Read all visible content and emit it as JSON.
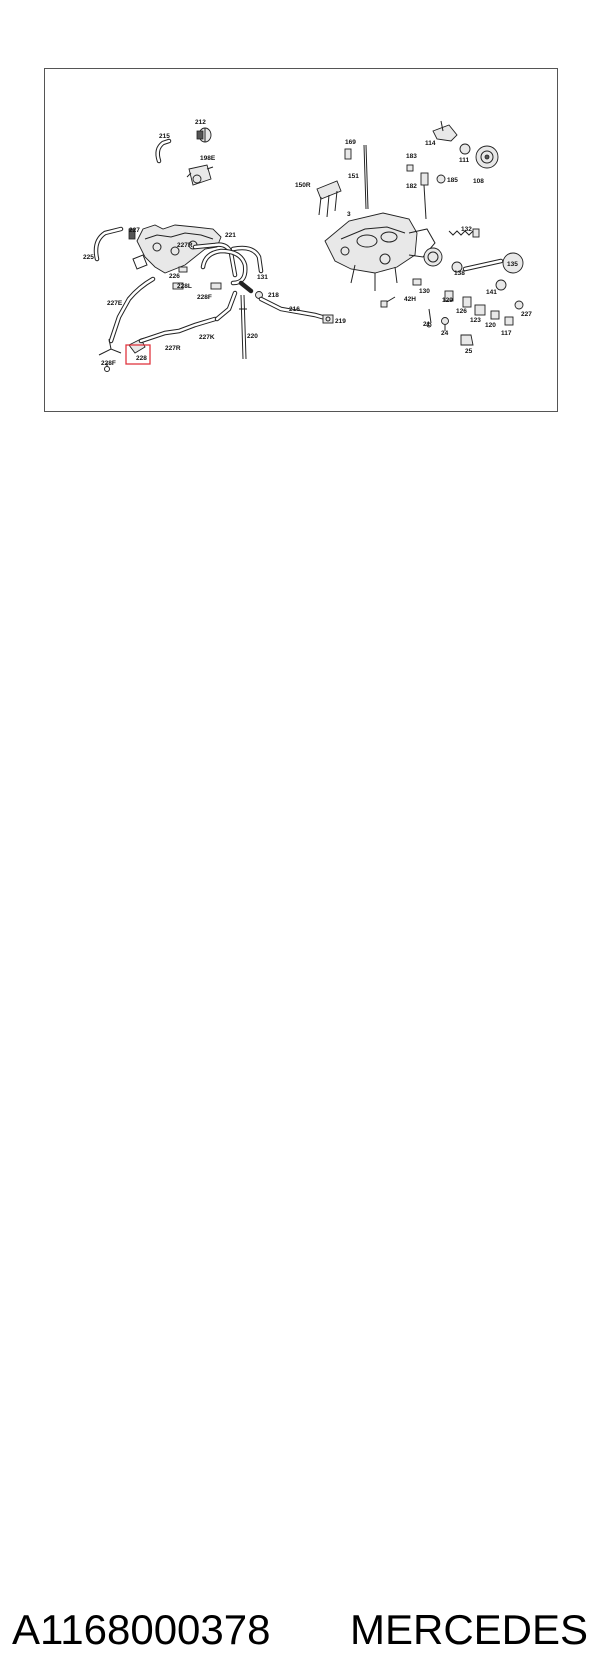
{
  "diagram": {
    "labels": [
      "212",
      "215",
      "198E",
      "169",
      "183",
      "182",
      "114",
      "111",
      "108",
      "185",
      "150R",
      "151",
      "3",
      "227",
      "227R",
      "221",
      "225",
      "226",
      "228L",
      "228F",
      "131",
      "218",
      "216",
      "219",
      "227E",
      "227K",
      "220",
      "228",
      "227R",
      "228F",
      "132",
      "135",
      "138",
      "141",
      "130",
      "42H",
      "129",
      "126",
      "123",
      "120",
      "117",
      "227",
      "21",
      "24",
      "25"
    ],
    "highlighted_label": "228",
    "highlight_color": "#e0353f"
  },
  "caption": {
    "part_number": "A1168000378",
    "brand": "MERCEDES"
  }
}
